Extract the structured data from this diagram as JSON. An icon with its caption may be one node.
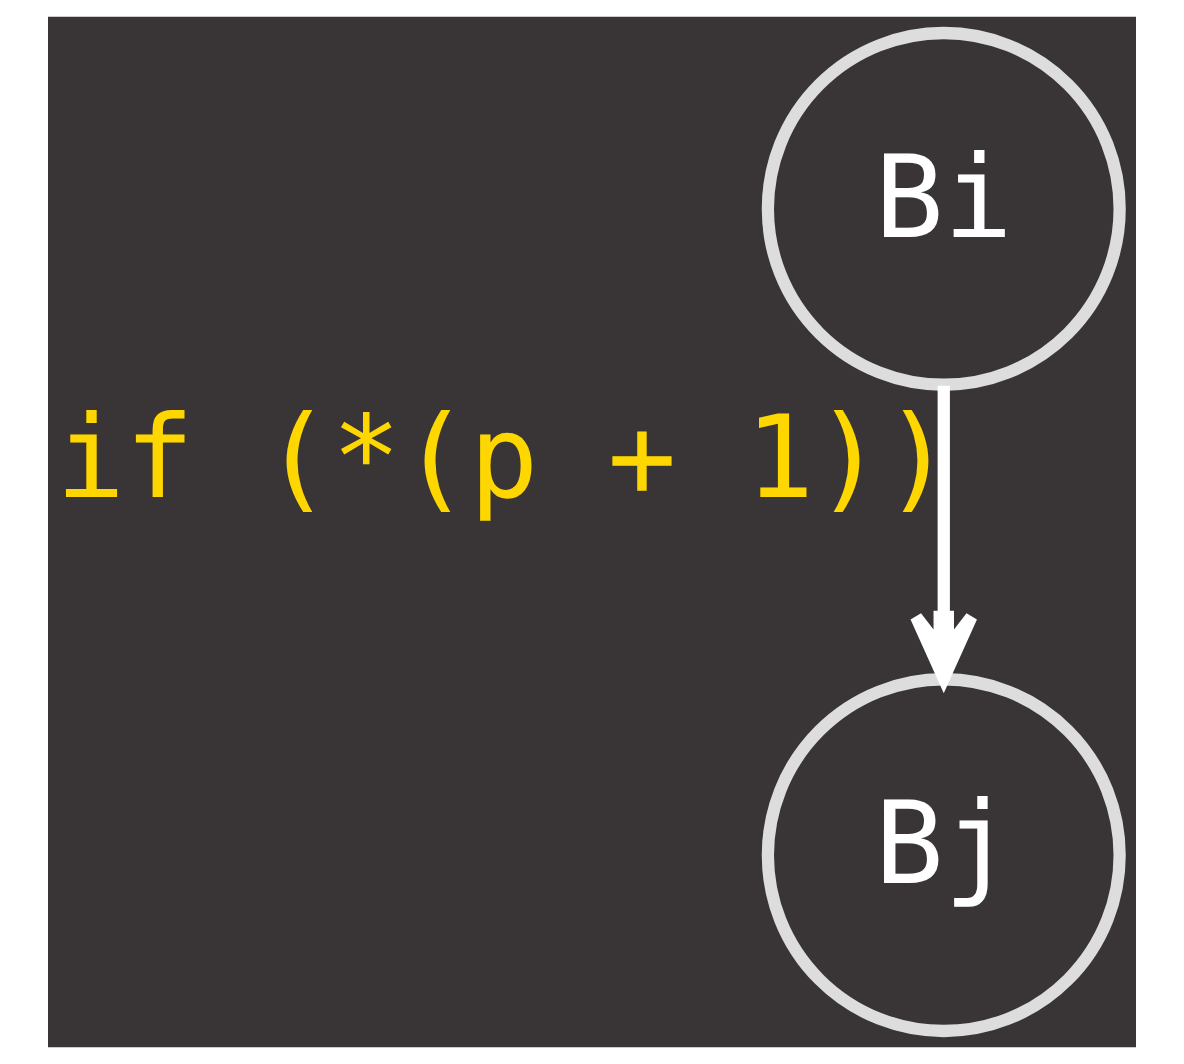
{
  "diagram": {
    "nodes": [
      {
        "text": [
          "Bi"
        ]
      },
      {
        "text": [
          "Bj"
        ]
      }
    ],
    "edges": [
      {
        "from": 0,
        "to": 1,
        "arrow": "to",
        "label": "if (*(p + 1))"
      }
    ]
  }
}
